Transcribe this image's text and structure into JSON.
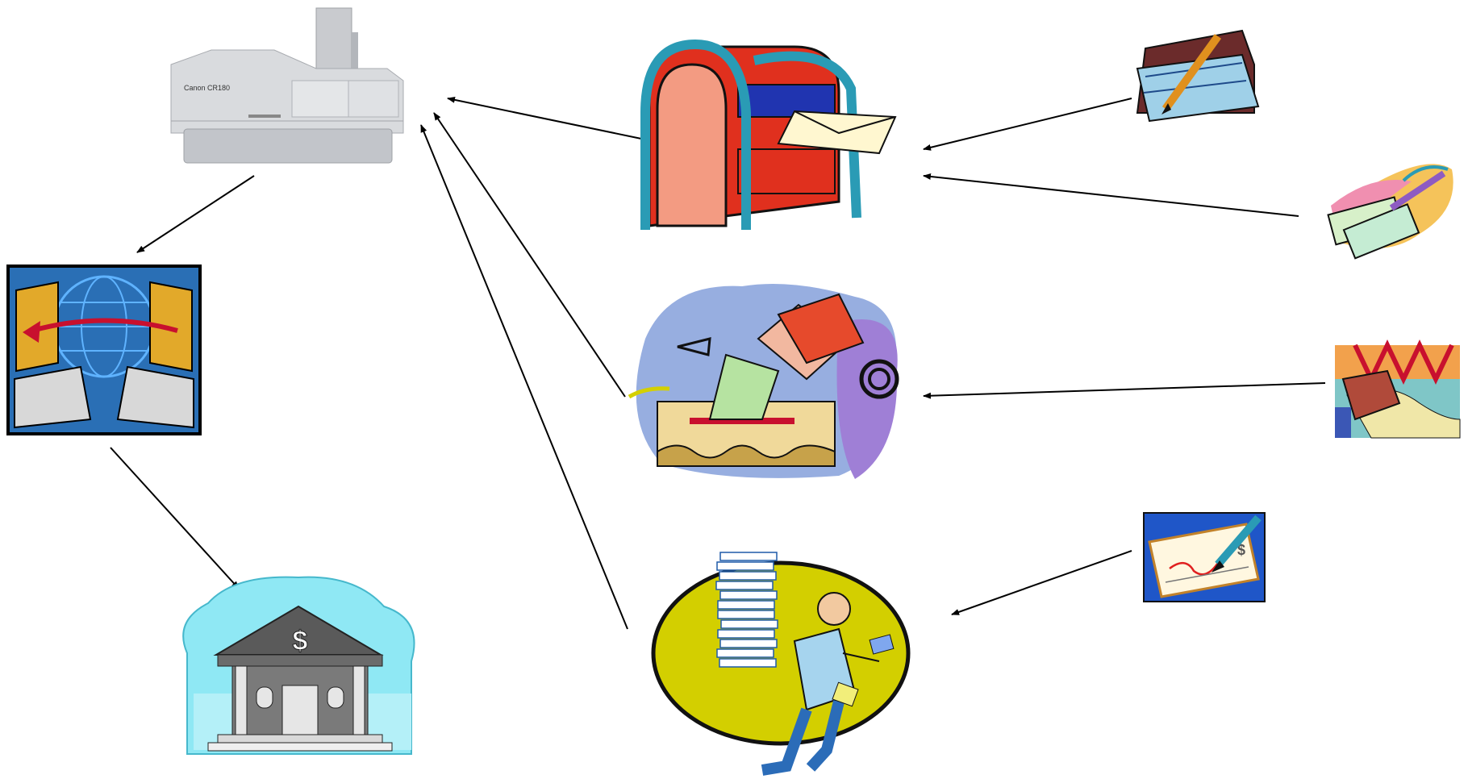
{
  "diagram": {
    "type": "flow",
    "printed_text": {
      "scanner_brand": "Canon CR180",
      "bank_symbol": "$",
      "check_symbol": "$"
    },
    "nodes": [
      {
        "id": "check-scanner",
        "icon": "check-scanner-icon"
      },
      {
        "id": "network-transfer",
        "icon": "computer-network-transfer-icon"
      },
      {
        "id": "bank",
        "icon": "bank-building-icon"
      },
      {
        "id": "mailbox",
        "icon": "mailbox-icon"
      },
      {
        "id": "drop-box",
        "icon": "payment-drop-box-icon"
      },
      {
        "id": "courier",
        "icon": "courier-carrying-papers-icon"
      },
      {
        "id": "check-with-pen-1",
        "icon": "check-with-pen-icon"
      },
      {
        "id": "checks-and-pen",
        "icon": "checks-and-pen-icon"
      },
      {
        "id": "bank-statement",
        "icon": "statement-collage-icon"
      },
      {
        "id": "blue-check-pen",
        "icon": "signed-check-icon"
      }
    ],
    "edges": [
      {
        "from": "mailbox",
        "to": "check-scanner"
      },
      {
        "from": "drop-box",
        "to": "check-scanner"
      },
      {
        "from": "courier",
        "to": "check-scanner"
      },
      {
        "from": "check-with-pen-1",
        "to": "mailbox"
      },
      {
        "from": "checks-and-pen",
        "to": "mailbox"
      },
      {
        "from": "bank-statement",
        "to": "drop-box"
      },
      {
        "from": "blue-check-pen",
        "to": "courier"
      },
      {
        "from": "check-scanner",
        "to": "network-transfer"
      },
      {
        "from": "network-transfer",
        "to": "bank"
      }
    ],
    "colors": {
      "arrow": "#000000",
      "mailbox_red": "#e0301e",
      "mailbox_teal": "#2a9bb5",
      "courier_circle": "#d3cf00",
      "dropbox_bg": "#97aee0",
      "dropbox_purple": "#9f7fd6",
      "bank_sky": "#8fe8f4",
      "network_blue": "#2a6fb5",
      "check_blue": "#1f56c8"
    }
  }
}
